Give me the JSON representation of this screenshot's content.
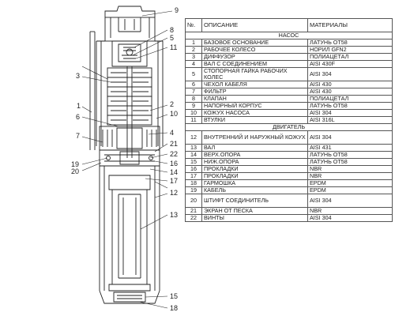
{
  "table": {
    "headers": [
      "№.",
      "ОПИСАНИЕ",
      "МАТЕРИАЛЫ"
    ],
    "section_pump": "НАСОС",
    "pump_rows": [
      {
        "n": "1",
        "d": "БАЗОВОЕ ОСНОВАНИЕ",
        "m": "ЛАТУНЬ ОТ58"
      },
      {
        "n": "2",
        "d": "РАБОЧЕЕ КОЛЕСО",
        "m": "НОРИЛ GFN2"
      },
      {
        "n": "3",
        "d": "ДИФФУЗОР",
        "m": "ПОЛИАЦЕТАЛ"
      },
      {
        "n": "4",
        "d": "ВАЛ С СОЕДИНЕНИЕМ",
        "m": "AISI 430F"
      },
      {
        "n": "5",
        "d": "СТОПОРНАЯ ГАЙКА РАБОЧИХ КОЛЕС",
        "m": "AISI 304"
      },
      {
        "n": "6",
        "d": "ЧЕХОЛ КАБЕЛЯ",
        "m": "AISI 430"
      },
      {
        "n": "7",
        "d": "ФИЛЬТР",
        "m": "AISI 430"
      },
      {
        "n": "8",
        "d": "КЛАПАН",
        "m": "ПОЛИАЦЕТАЛ"
      },
      {
        "n": "9",
        "d": "НАПОРНЫЙ КОРПУС",
        "m": "ЛАТУНЬ ОТ58"
      },
      {
        "n": "10",
        "d": "КОЖУХ НАСОСА",
        "m": "AISI 304"
      },
      {
        "n": "11",
        "d": "ВТУЛКИ",
        "m": "AISI 316L"
      }
    ],
    "section_motor": "ДВИГАТЕЛЬ",
    "motor_rows": [
      {
        "n": "12",
        "d": "ВНУТРЕННИЙ И НАРУЖНЫЙ КОЖУХ",
        "m": "AISI 304"
      },
      {
        "n": "13",
        "d": "ВАЛ",
        "m": "AISI 431"
      },
      {
        "n": "14",
        "d": "ВЕРХ.ОПОРА",
        "m": "ЛАТУНЬ ОТ58"
      },
      {
        "n": "15",
        "d": "НИЖ.ОПОРА",
        "m": "ЛАТУНЬ ОТ58"
      },
      {
        "n": "16",
        "d": "ПРОКЛАДКИ",
        "m": "NBR"
      },
      {
        "n": "17",
        "d": "ПРОКЛАДКИ",
        "m": "NBR"
      },
      {
        "n": "18",
        "d": "ГАРМОШКА",
        "m": "EPDM"
      },
      {
        "n": "19",
        "d": "КАБЕЛЬ",
        "m": "EPDM"
      },
      {
        "n": "20",
        "d": "ШТИФТ СОЕДИНИТЕЛЬ",
        "m": "AISI 304"
      },
      {
        "n": "21",
        "d": "ЭКРАН ОТ ПЕСКА",
        "m": "NBR"
      },
      {
        "n": "22",
        "d": "ВИНТЫ",
        "m": "AISI 304"
      }
    ]
  },
  "callouts": {
    "c9": "9",
    "c8": "8",
    "c5": "5",
    "c11a": "11",
    "c3": "3",
    "c2": "2",
    "c1": "1",
    "c10": "10",
    "c6": "6",
    "c4": "4",
    "c7": "7",
    "c21": "21",
    "c22": "22",
    "c19": "19",
    "c20": "20",
    "c16": "16",
    "c14": "14",
    "c17": "17",
    "c12": "12",
    "c13": "13",
    "c15": "15",
    "c18": "18"
  }
}
